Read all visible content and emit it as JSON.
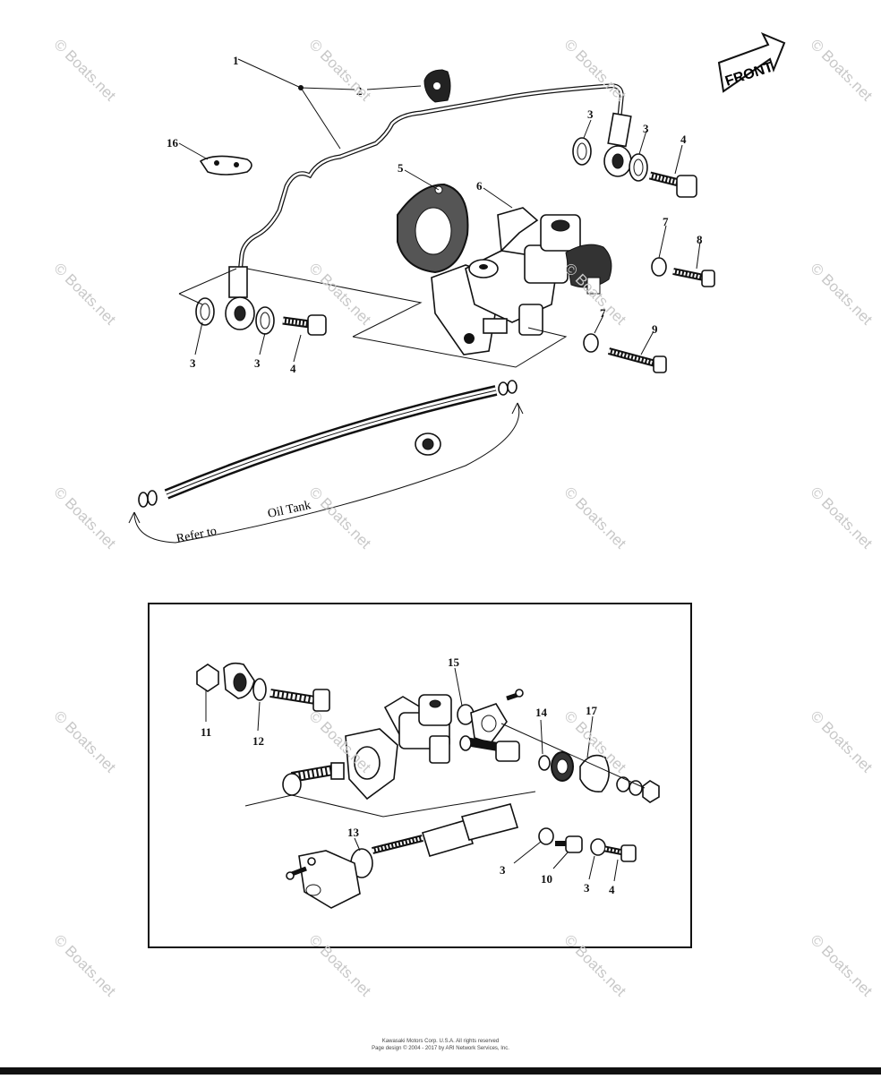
{
  "watermark": "© Boats.net",
  "front_label": "FRONT",
  "refer_text": {
    "prefix": "Refer to",
    "target": "Oil Tank"
  },
  "part_numbers": {
    "tube": "1",
    "clamp": "2",
    "washer": "3",
    "banjo_bolt": "4",
    "gasket": "5",
    "oil_pump": "6",
    "washer_7": "7",
    "bolt_8": "8",
    "bolt_9": "9",
    "check_bolt": "10",
    "nut": "11",
    "o_ring_12": "12",
    "o_ring_13": "13",
    "o_ring_14": "14",
    "o_ring_15": "15",
    "plate_16": "16",
    "plate_17": "17"
  },
  "copyright": {
    "line1": "Kawasaki Motors Corp. U.S.A. All rights reserved",
    "line2": "Page design © 2004 - 2017 by ARI Network Services, Inc."
  }
}
